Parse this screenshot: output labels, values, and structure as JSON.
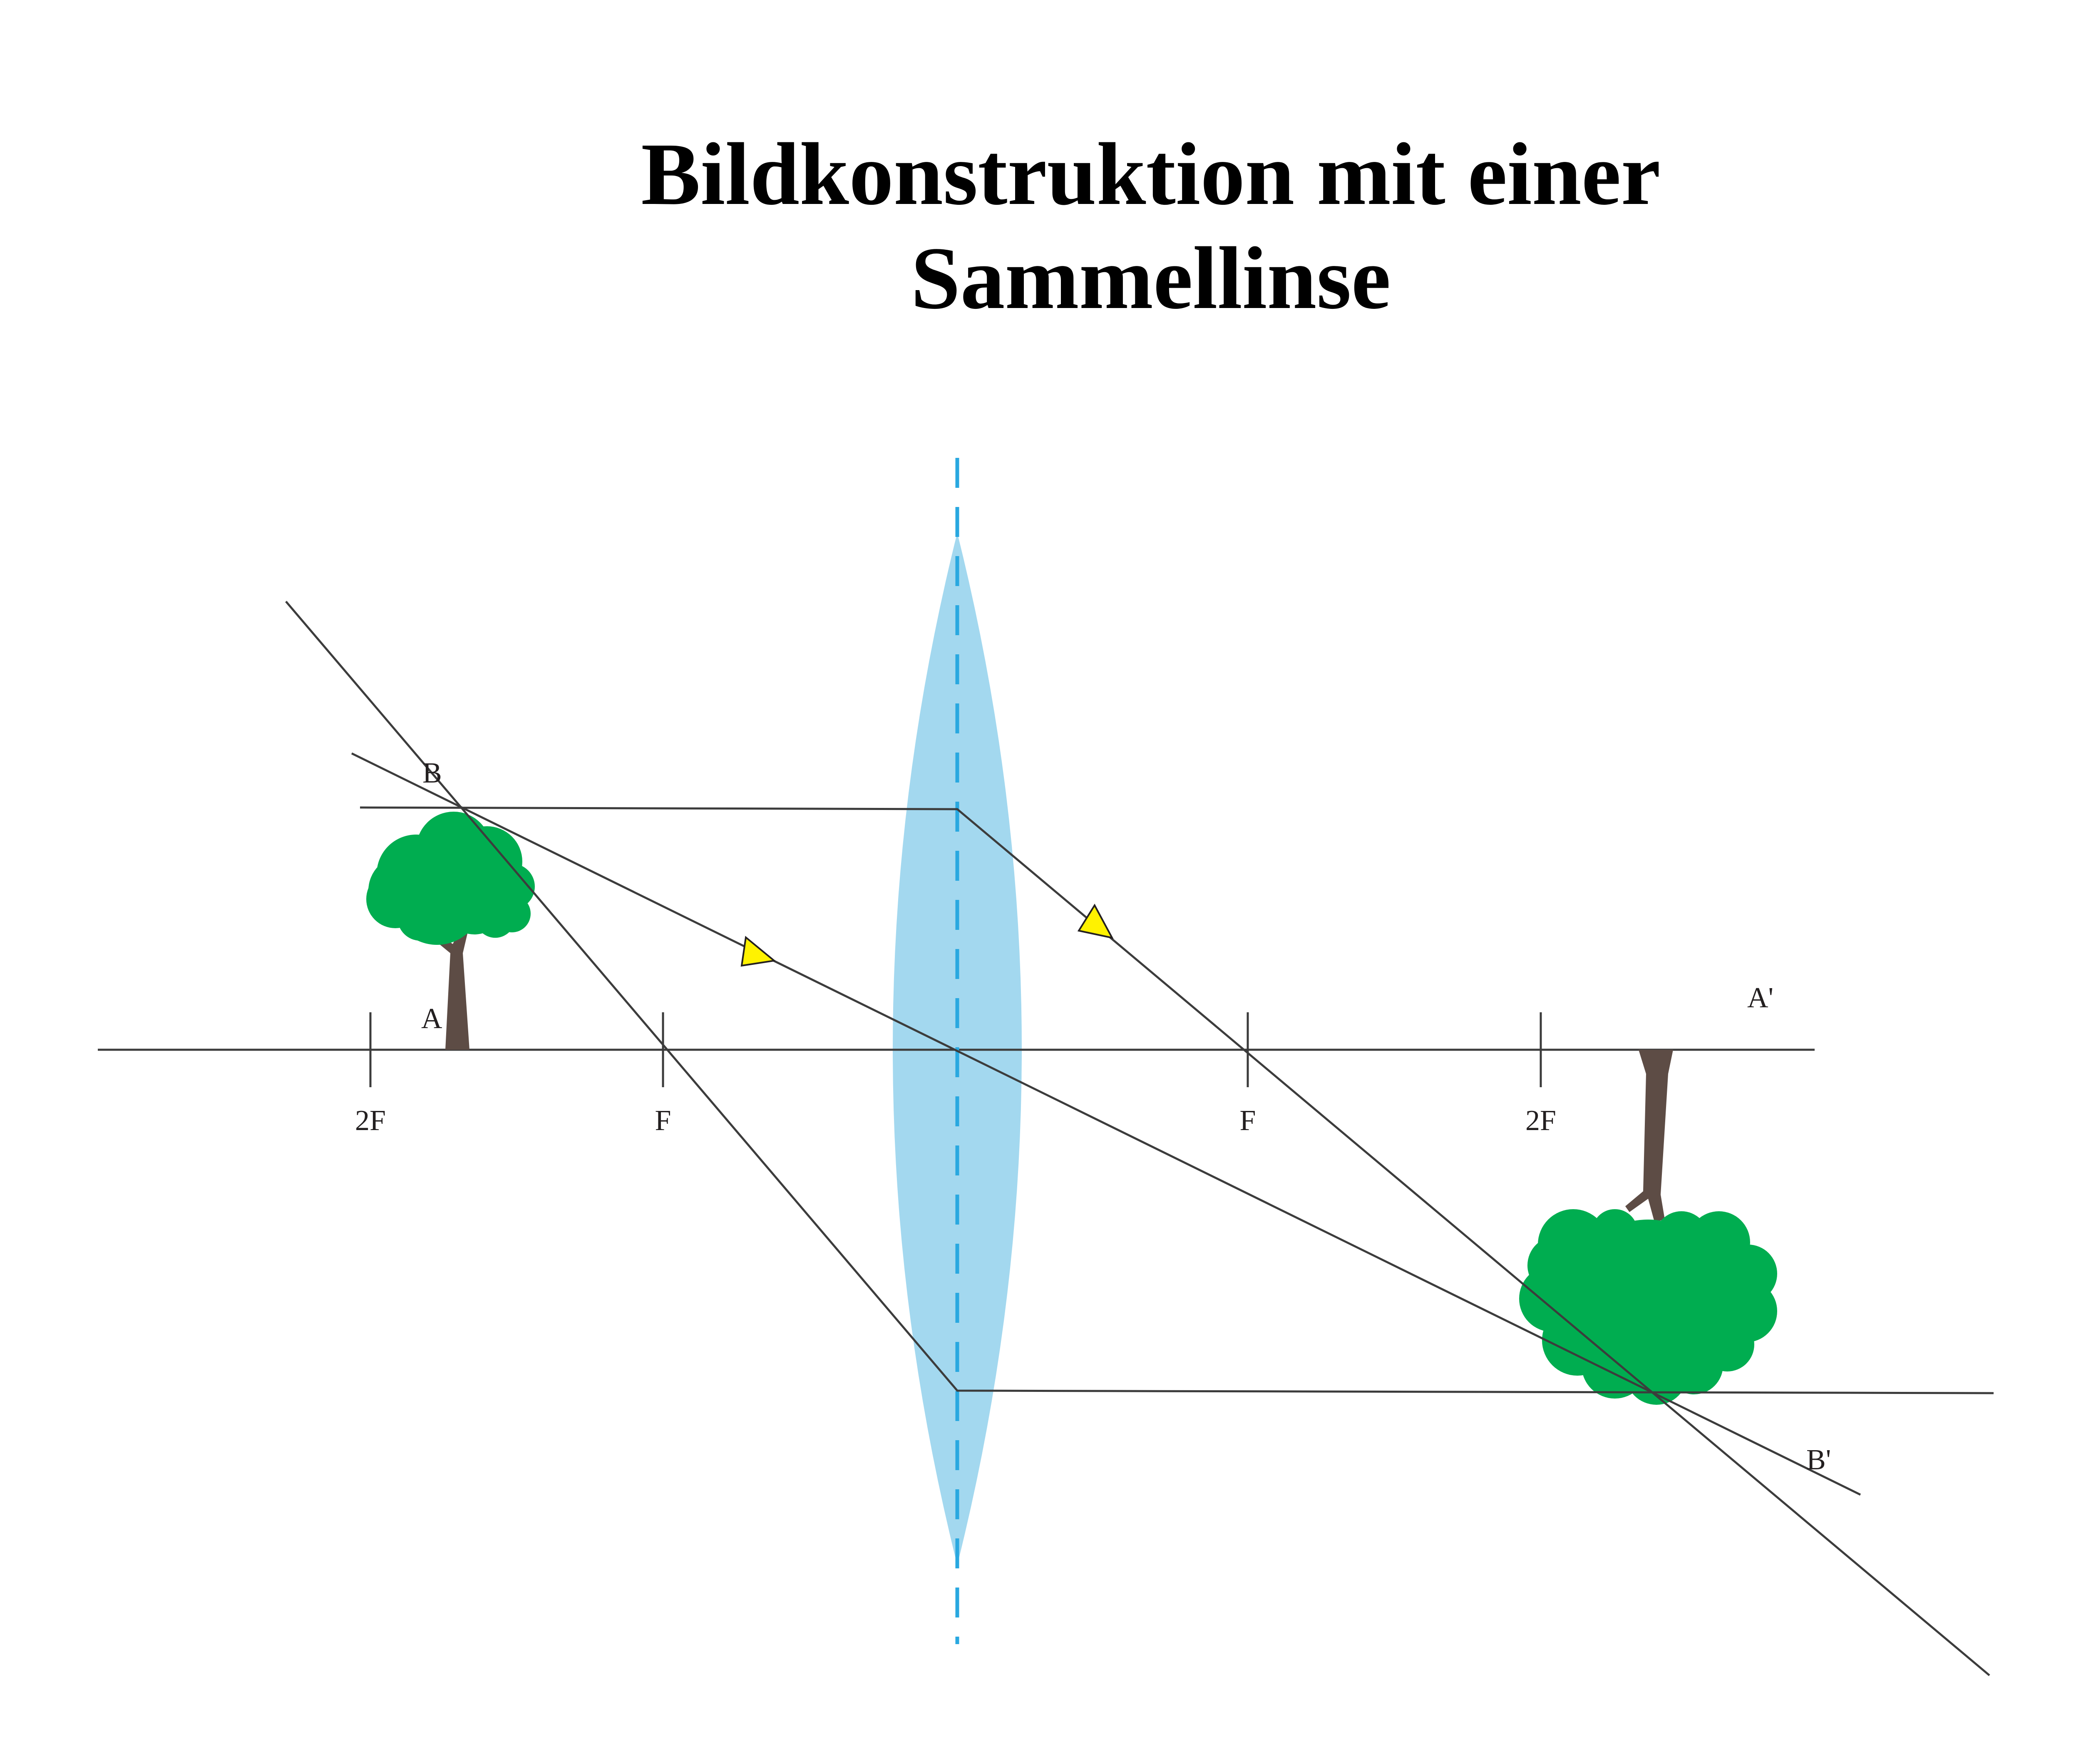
{
  "title": {
    "line1": "Bildkonstruktion mit einer",
    "line2": "Sammellinse"
  },
  "points": {
    "object_top": "B",
    "object_base": "A",
    "image_base": "A'",
    "image_top": "B'"
  },
  "focal_marks": {
    "left_2f": "2F",
    "left_f": "F",
    "right_f": "F",
    "right_2f": "2F"
  },
  "colors": {
    "lens_fill": "#a3d8ef",
    "lens_axis": "#29a8e0",
    "foliage": "#00ad50",
    "trunk": "#5d4c45",
    "arrow": "#fff200",
    "ray": "#3c3c3c"
  },
  "icons": {
    "object": "tree-icon",
    "image": "inverted-tree-icon",
    "direction": "triangle-arrow-icon"
  }
}
